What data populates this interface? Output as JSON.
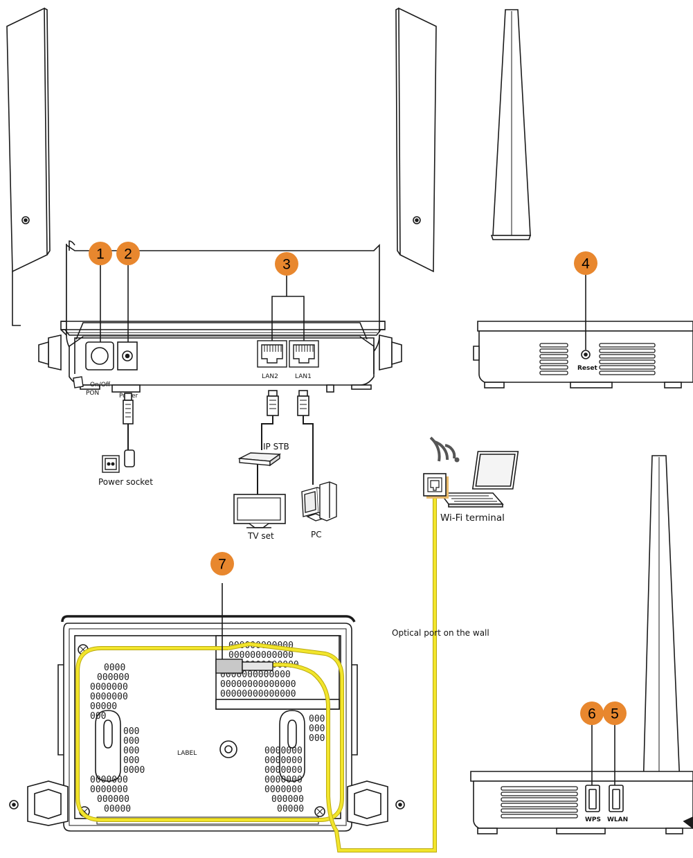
{
  "colors": {
    "callout": "#E8872E",
    "fiber": "#F2E52C",
    "fiber_edge": "#B9A90E",
    "outline": "#1a1a1a"
  },
  "callouts": {
    "c1": "1",
    "c2": "2",
    "c3": "3",
    "c4": "4",
    "c5": "5",
    "c6": "6",
    "c7": "7"
  },
  "labels": {
    "on_off": "On/Off",
    "pon": "PON",
    "power": "Power",
    "lan2": "LAN2",
    "lan1": "LAN1",
    "reset": "Reset",
    "power_socket": "Power socket",
    "ip_stb": "IP STB",
    "tv_set": "TV set",
    "pc": "PC",
    "wifi_terminal": "Wi-Fi terminal",
    "optical_port": "Optical port on the wall",
    "label": "LABEL",
    "wps": "WPS",
    "wlan": "WLAN"
  },
  "icons": {
    "wifi": "wifi-signal-icon",
    "laptop": "laptop-icon",
    "pc": "desktop-pc-icon",
    "tv": "tv-icon",
    "stb": "set-top-box-icon",
    "socket": "power-socket-icon",
    "optical": "optical-port-icon"
  }
}
